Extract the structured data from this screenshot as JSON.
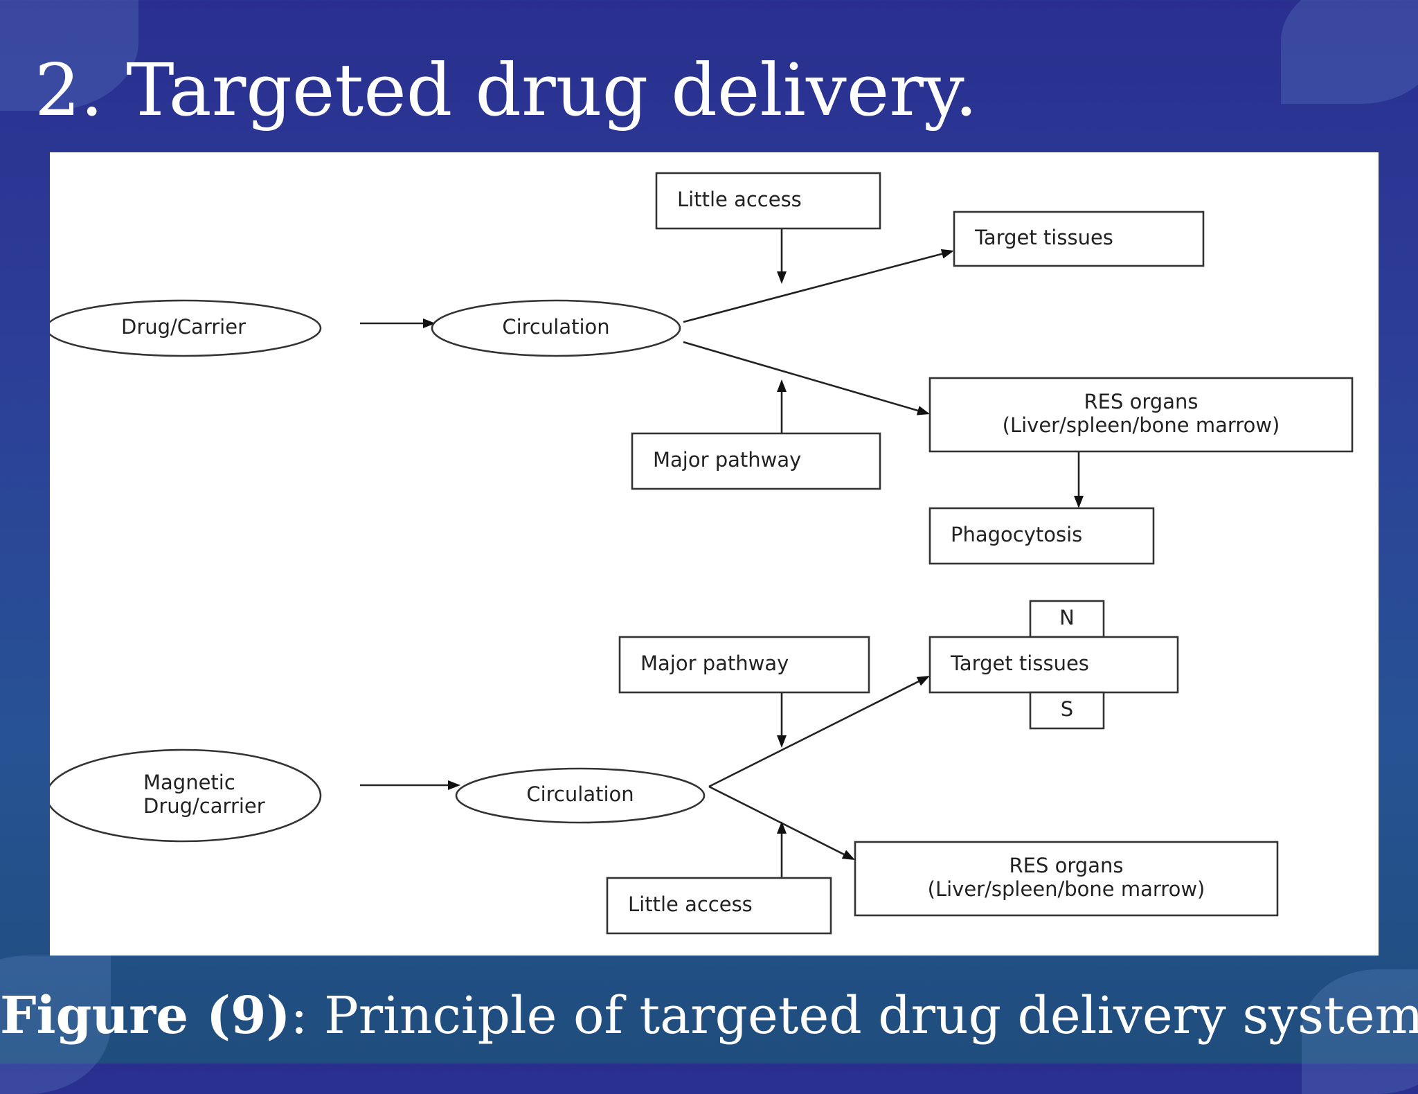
{
  "slide": {
    "title": "2. Targeted drug delivery.",
    "caption": {
      "lead": "Figure (9)",
      "rest": ": Principle of targeted drug delivery system ."
    }
  },
  "colors": {
    "background": "#2c3f98",
    "panel": "#ffffff",
    "title_text": "#ffffff",
    "diagram_stroke": "#333333"
  },
  "diagram": {
    "nodes": [
      {
        "id": "drug-carrier",
        "shape": "ellipse",
        "lines": [
          "Drug/Carrier"
        ]
      },
      {
        "id": "circulation-1",
        "shape": "ellipse",
        "lines": [
          "Circulation"
        ]
      },
      {
        "id": "little-access-1",
        "shape": "rect",
        "lines": [
          "Little access"
        ]
      },
      {
        "id": "target-tissues-1",
        "shape": "rect",
        "lines": [
          "Target tissues"
        ]
      },
      {
        "id": "major-pathway-1",
        "shape": "rect",
        "lines": [
          "Major pathway"
        ]
      },
      {
        "id": "res-organs-1",
        "shape": "rect",
        "lines": [
          "RES organs",
          "(Liver/spleen/bone marrow)"
        ]
      },
      {
        "id": "phagocytosis",
        "shape": "rect",
        "lines": [
          "Phagocytosis"
        ]
      },
      {
        "id": "magnetic-drug-carrier",
        "shape": "ellipse",
        "lines": [
          "Magnetic",
          "Drug/carrier"
        ]
      },
      {
        "id": "circulation-2",
        "shape": "ellipse",
        "lines": [
          "Circulation"
        ]
      },
      {
        "id": "major-pathway-2",
        "shape": "rect",
        "lines": [
          "Major pathway"
        ]
      },
      {
        "id": "magnet-n",
        "shape": "rect",
        "lines": [
          "N"
        ]
      },
      {
        "id": "target-tissues-2",
        "shape": "rect",
        "lines": [
          "Target tissues"
        ]
      },
      {
        "id": "magnet-s",
        "shape": "rect",
        "lines": [
          "S"
        ]
      },
      {
        "id": "little-access-2",
        "shape": "rect",
        "lines": [
          "Little access"
        ]
      },
      {
        "id": "res-organs-2",
        "shape": "rect",
        "lines": [
          "RES organs",
          "(Liver/spleen/bone marrow)"
        ]
      }
    ],
    "edges": [
      {
        "from": "drug-carrier",
        "to": "circulation-1"
      },
      {
        "from": "little-access-1",
        "to": "circulation-1"
      },
      {
        "from": "circulation-1",
        "to": "target-tissues-1"
      },
      {
        "from": "circulation-1",
        "to": "res-organs-1"
      },
      {
        "from": "major-pathway-1",
        "to": "circulation-1"
      },
      {
        "from": "res-organs-1",
        "to": "phagocytosis"
      },
      {
        "from": "magnetic-drug-carrier",
        "to": "circulation-2"
      },
      {
        "from": "major-pathway-2",
        "to": "circulation-2"
      },
      {
        "from": "circulation-2",
        "to": "target-tissues-2"
      },
      {
        "from": "circulation-2",
        "to": "res-organs-2"
      },
      {
        "from": "little-access-2",
        "to": "circulation-2"
      }
    ]
  }
}
